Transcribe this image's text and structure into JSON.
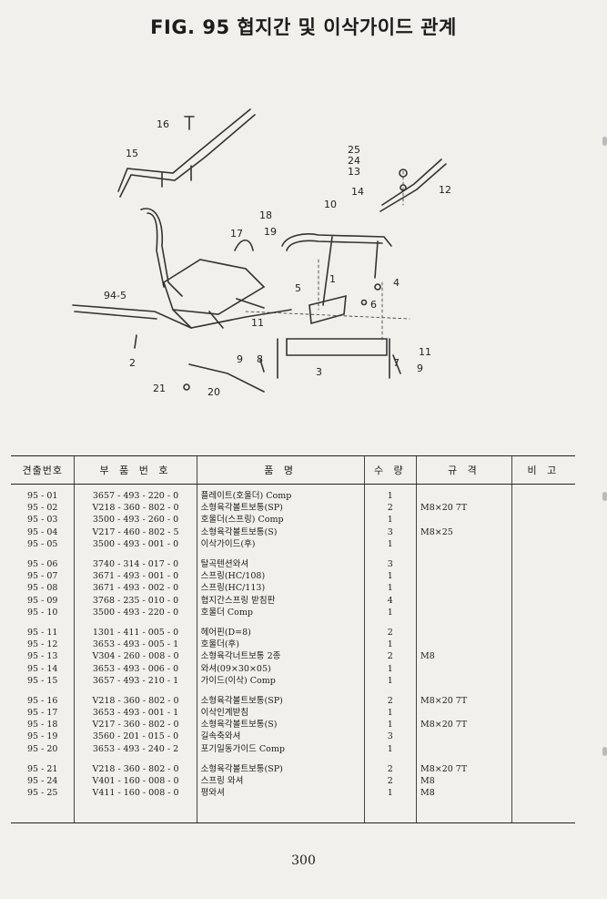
{
  "title": "FIG. 95 협지간 및 이삭가이드 관계",
  "figure": {
    "callouts": [
      "16",
      "15",
      "18",
      "17",
      "19",
      "25",
      "24",
      "13",
      "14",
      "12",
      "10",
      "4",
      "5",
      "1",
      "6",
      "94-5",
      "11",
      "2",
      "9",
      "8",
      "3",
      "11",
      "7",
      "9",
      "21",
      "20"
    ]
  },
  "table": {
    "headers": [
      "견출번호",
      "부 품 번 호",
      "품          명",
      "수 량",
      "규    격",
      "비 고"
    ],
    "rows": [
      {
        "no": "95 - 01",
        "part": "3657 - 493 - 220 - 0",
        "name": "플레이트(호울더) Comp",
        "qty": "1",
        "spec": ""
      },
      {
        "no": "95 - 02",
        "part": "V218 - 360 - 802 - 0",
        "name": "소형육각볼트보통(SP)",
        "qty": "2",
        "spec": "M8×20 7T"
      },
      {
        "no": "95 - 03",
        "part": "3500 - 493 - 260 - 0",
        "name": "호울더(스프링) Comp",
        "qty": "1",
        "spec": ""
      },
      {
        "no": "95 - 04",
        "part": "V217 - 460 - 802 - 5",
        "name": "소형육각볼트보통(S)",
        "qty": "3",
        "spec": "M8×25"
      },
      {
        "no": "95 - 05",
        "part": "3500 - 493 - 001 - 0",
        "name": "이삭가이드(후)",
        "qty": "1",
        "spec": ""
      },
      {
        "no": "95 - 06",
        "part": "3740 - 314 - 017 - 0",
        "name": "탈곡텐션와셔",
        "qty": "3",
        "spec": ""
      },
      {
        "no": "95 - 07",
        "part": "3671 - 493 - 001 - 0",
        "name": "스프링(HC/108)",
        "qty": "1",
        "spec": ""
      },
      {
        "no": "95 - 08",
        "part": "3671 - 493 - 002 - 0",
        "name": "스프링(HC/113)",
        "qty": "1",
        "spec": ""
      },
      {
        "no": "95 - 09",
        "part": "3768 - 235 - 010 - 0",
        "name": "협지간스프링 받침판",
        "qty": "4",
        "spec": ""
      },
      {
        "no": "95 - 10",
        "part": "3500 - 493 - 220 - 0",
        "name": "호울더 Comp",
        "qty": "1",
        "spec": ""
      },
      {
        "no": "95 - 11",
        "part": "1301 - 411 - 005 - 0",
        "name": "헤어핀(D=8)",
        "qty": "2",
        "spec": ""
      },
      {
        "no": "95 - 12",
        "part": "3653 - 493 - 005 - 1",
        "name": "호울더(후)",
        "qty": "1",
        "spec": ""
      },
      {
        "no": "95 - 13",
        "part": "V304 - 260 - 008 - 0",
        "name": "소형육각너트보통 2종",
        "qty": "2",
        "spec": "M8"
      },
      {
        "no": "95 - 14",
        "part": "3653 - 493 - 006 - 0",
        "name": "와셔(09×30×05)",
        "qty": "1",
        "spec": ""
      },
      {
        "no": "95 - 15",
        "part": "3657 - 493 - 210 - 1",
        "name": "가이드(이삭) Comp",
        "qty": "1",
        "spec": ""
      },
      {
        "no": "95 - 16",
        "part": "V218 - 360 - 802 - 0",
        "name": "소형육각볼트보통(SP)",
        "qty": "2",
        "spec": "M8×20 7T"
      },
      {
        "no": "95 - 17",
        "part": "3653 - 493 - 001 - 1",
        "name": "이삭인계받침",
        "qty": "1",
        "spec": ""
      },
      {
        "no": "95 - 18",
        "part": "V217 - 360 - 802 - 0",
        "name": "소형육각볼트보통(S)",
        "qty": "1",
        "spec": "M8×20 7T"
      },
      {
        "no": "95 - 19",
        "part": "3560 - 201 - 015 - 0",
        "name": "길속축와셔",
        "qty": "3",
        "spec": ""
      },
      {
        "no": "95 - 20",
        "part": "3653 - 493 - 240 - 2",
        "name": "포기일동가이드 Comp",
        "qty": "1",
        "spec": ""
      },
      {
        "no": "95 - 21",
        "part": "V218 - 360 - 802 - 0",
        "name": "소형육각볼트보통(SP)",
        "qty": "2",
        "spec": "M8×20 7T"
      },
      {
        "no": "95 - 24",
        "part": "V401 - 160 - 008 - 0",
        "name": "스프링 와셔",
        "qty": "2",
        "spec": "M8"
      },
      {
        "no": "95 - 25",
        "part": "V411 - 160 - 008 - 0",
        "name": "평와셔",
        "qty": "1",
        "spec": "M8"
      }
    ]
  },
  "page_number": "300"
}
